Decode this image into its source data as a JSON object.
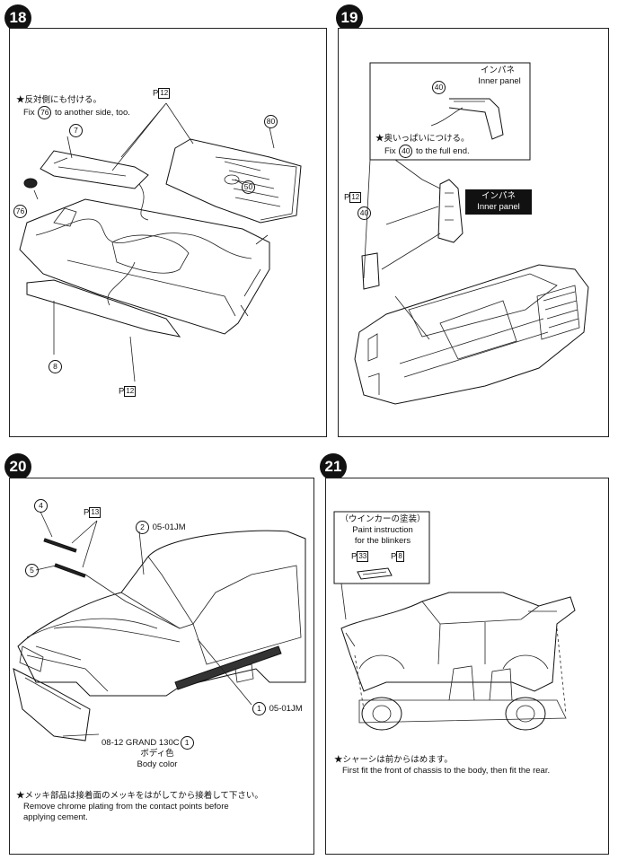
{
  "steps": {
    "s18": {
      "number": "18",
      "note_jp": "★反対側にも付ける。",
      "note_en_pre": "Fix",
      "note_en_part": "76",
      "note_en_post": "to another side, too.",
      "part_7": "7",
      "part_76": "76",
      "part_80": "80",
      "part_50": "50",
      "part_8": "8",
      "pref_top": "P",
      "pref_top_num": "12",
      "pref_bottom": "P",
      "pref_bottom_num": "12"
    },
    "s19": {
      "number": "19",
      "inner_jp": "インパネ",
      "inner_en": "Inner panel",
      "part_40": "40",
      "note_jp": "★奥いっぱいにつける。",
      "note_en_pre": "Fix",
      "note_en_part": "40",
      "note_en_post": "to the full end.",
      "pref": "P",
      "pref_num": "12",
      "part_40b": "40",
      "inner2_jp": "インパネ",
      "inner2_en": "Inner panel"
    },
    "s20": {
      "number": "20",
      "part_4": "4",
      "part_5": "5",
      "pref": "P",
      "pref_num": "13",
      "part_2": "2",
      "color_2": "05-01JM",
      "part_1": "1",
      "color_1": "05-01JM",
      "body_paint_pre": "08-12 GRAND 130C",
      "body_paint_num": "1",
      "body_jp": "ボディ色",
      "body_en": "Body color",
      "note_jp": "★メッキ部品は接着面のメッキをはがしてから接着して下さい。",
      "note_en1": "Remove chrome plating from the contact points before",
      "note_en2": "applying cement."
    },
    "s21": {
      "number": "21",
      "blinker_jp": "（ウインカーの塗装）",
      "blinker_en1": "Paint instruction",
      "blinker_en2": "for the blinkers",
      "pref1": "P",
      "pref1_num": "33",
      "pref2": "P",
      "pref2_num": "8",
      "note_jp": "★シャーシは前からはめます。",
      "note_en": "First fit the front of chassis to the body, then fit the rear."
    }
  }
}
